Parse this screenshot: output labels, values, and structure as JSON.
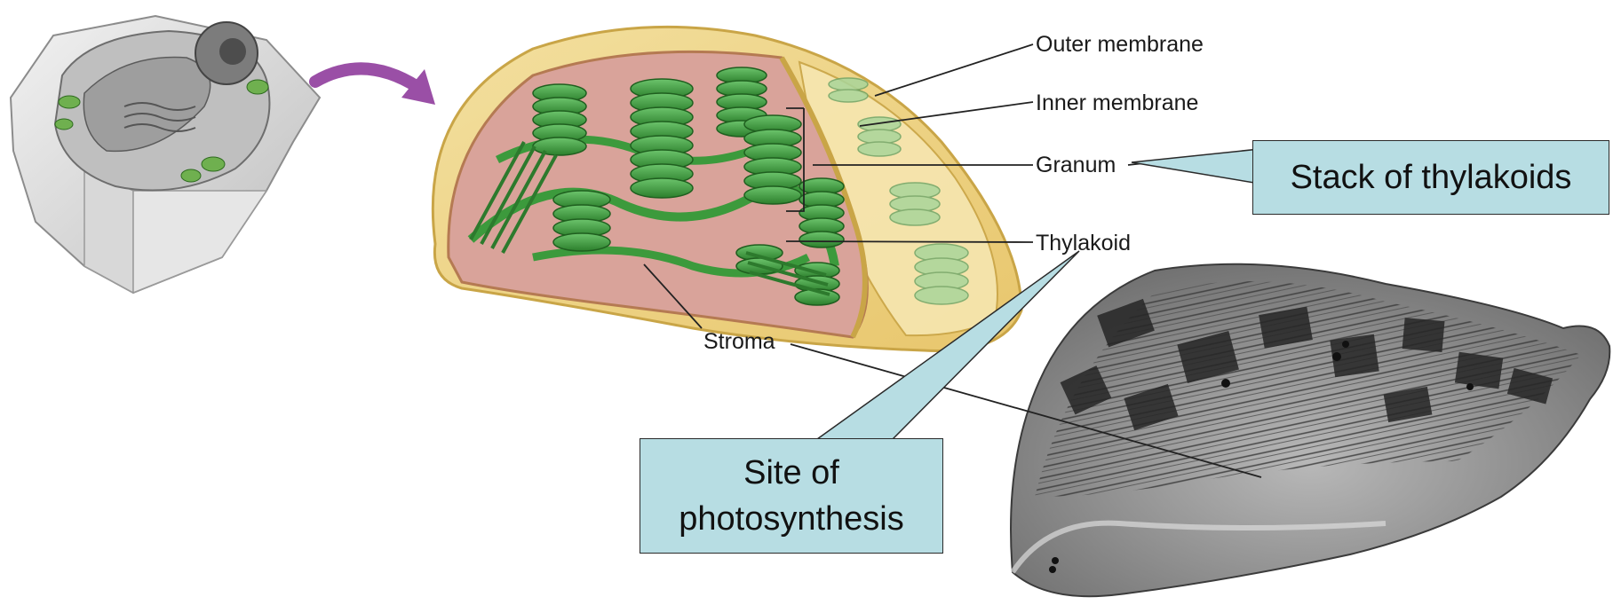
{
  "labels": {
    "outer_membrane": "Outer membrane",
    "inner_membrane": "Inner membrane",
    "granum": "Granum",
    "thylakoid": "Thylakoid",
    "stroma": "Stroma"
  },
  "callouts": {
    "granum_note": "Stack of thylakoids",
    "thylakoid_note_line1": "Site of",
    "thylakoid_note_line2": "photosynthesis"
  },
  "colors": {
    "callout_fill": "#b7dde3",
    "envelope": "#f0d98a",
    "grana_green": "#3e9b3e",
    "stroma_pink": "#d9a39a",
    "arrow_purple": "#9a4fa6",
    "micrograph_gray": "#9a9a9a"
  },
  "icons": {
    "plant_cell": "plant-cell-illustration",
    "transition_arrow": "curved-arrow",
    "micrograph": "electron-micrograph"
  }
}
